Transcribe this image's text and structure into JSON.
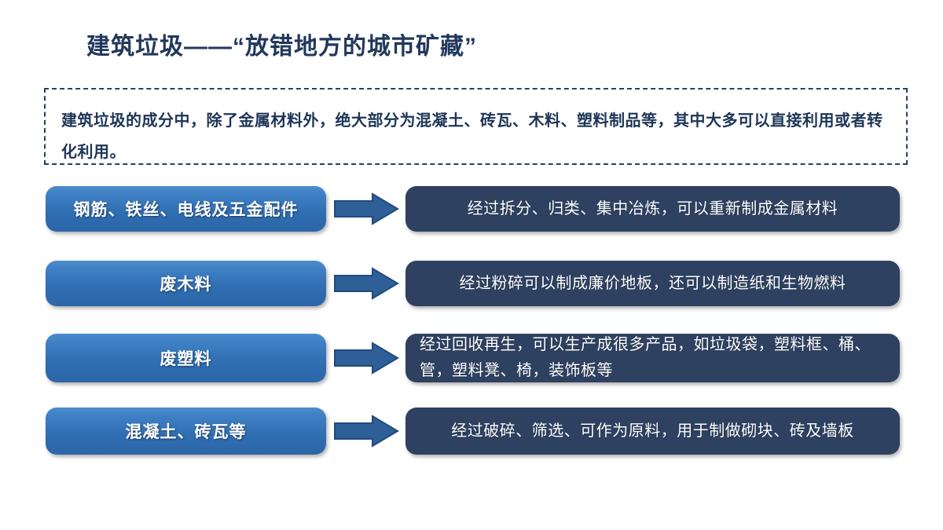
{
  "title": "建筑垃圾——“放错地方的城市矿藏”",
  "description": "建筑垃圾的成分中，除了金属材料外，绝大部分为混凝土、砖瓦、木料、塑料制品等，其中大多可以直接利用或者转化利用。",
  "colors": {
    "title_navy": "#22385c",
    "dashed_border": "#2b3f5e",
    "left_box_blue_top": "#4a8ccd",
    "left_box_blue_bottom": "#2c66a8",
    "right_box_navy": "#2e4161",
    "arrow_fill": "#2e5f96",
    "arrow_stroke": "#1f4c7e",
    "page_background": "#ffffff"
  },
  "rows": [
    {
      "material": "钢筋、铁丝、电线及五金配件",
      "arrow_icon": "right-arrow-icon",
      "treatment": "经过拆分、归类、集中冶炼，可以重新制成金属材料"
    },
    {
      "material": "废木料",
      "arrow_icon": "right-arrow-icon",
      "treatment": "经过粉碎可以制成廉价地板，还可以制造纸和生物燃料"
    },
    {
      "material": "废塑料",
      "arrow_icon": "right-arrow-icon",
      "treatment": "经过回收再生，可以生产成很多产品，如垃圾袋，塑料框、桶、管，塑料凳、椅，装饰板等"
    },
    {
      "material": "混凝土、砖瓦等",
      "arrow_icon": "right-arrow-icon",
      "treatment": "经过破碎、筛选、可作为原料，用于制做砌块、砖及墙板"
    }
  ]
}
